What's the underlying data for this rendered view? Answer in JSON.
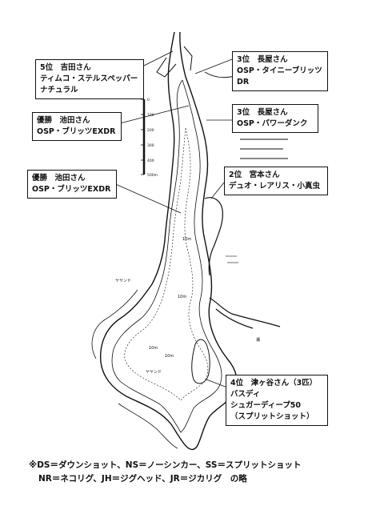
{
  "callouts": [
    {
      "id": "c1",
      "lines": [
        "5位　吉田さん",
        "ティムコ・ステルスペッパー",
        "ナチュラル"
      ]
    },
    {
      "id": "c2",
      "lines": [
        "3位　長屋さん",
        "OSP・タイニーブリッツ",
        "DR"
      ]
    },
    {
      "id": "c3",
      "lines": [
        "優勝　池田さん",
        "OSP・ブリッツEXDR"
      ]
    },
    {
      "id": "c4",
      "lines": [
        "3位　長屋さん",
        "OSP・パワーダンク"
      ]
    },
    {
      "id": "c5",
      "lines": [
        "優勝　池田さん",
        "OSP・ブリッツEXDR"
      ]
    },
    {
      "id": "c6",
      "lines": [
        "2位　宮本さん",
        "デュオ・レアリス・小真虫"
      ]
    },
    {
      "id": "c7",
      "lines": [
        "4位　津ヶ谷さん（3匹）",
        "バスディ",
        "シュガーディープ50",
        "（スプリットショット）"
      ]
    }
  ],
  "scale_ticks": [
    "0",
    "100",
    "200",
    "300",
    "400",
    "500m"
  ],
  "map_labels": [
    "10m",
    "10m",
    "10m",
    "10m",
    "ヤヤンド",
    "ヤヤンド",
    "瀬"
  ],
  "footnote": {
    "line1": "※DS＝ダウンショット、NS＝ノーシンカー、SS＝スプリットショット",
    "line2": "NR＝ネコリグ、JH＝ジグヘッド、JR＝ジカリグ　の略"
  }
}
